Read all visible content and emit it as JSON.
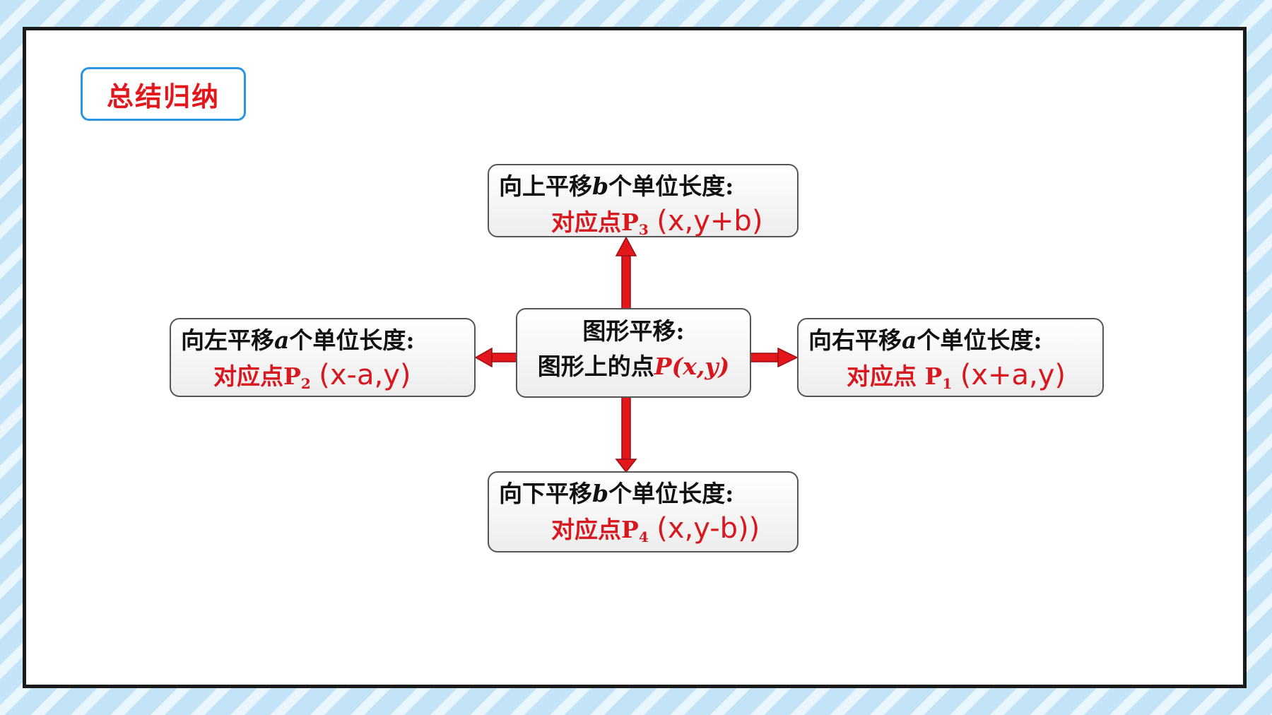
{
  "badge": {
    "label": "总结归纳"
  },
  "center": {
    "title": "图形平移:",
    "line_prefix": "图形上的点",
    "point": "P(x,y)"
  },
  "up": {
    "direction": "向上平移",
    "amount": "b",
    "unit": "个单位长度:",
    "point_label": "对应点P",
    "sub": "3",
    "coord": "(x,y+b)"
  },
  "left": {
    "direction": "向左平移",
    "amount": "a",
    "unit": "个单位长度:",
    "point_label": "对应点P",
    "sub": "2",
    "coord": "(x-a,y)"
  },
  "right": {
    "direction": "向右平移",
    "amount": "a",
    "unit": "个单位长度:",
    "point_label": "对应点 P",
    "sub": "1",
    "coord": "(x+a,y)"
  },
  "down": {
    "direction": "向下平移",
    "amount": "b",
    "unit": "个单位长度:",
    "point_label": "对应点P",
    "sub": "4",
    "coord": "(x,y-b))"
  },
  "colors": {
    "accent_red": "#d7191f",
    "badge_border": "#2a95e0",
    "frame": "#1a1a1a"
  }
}
